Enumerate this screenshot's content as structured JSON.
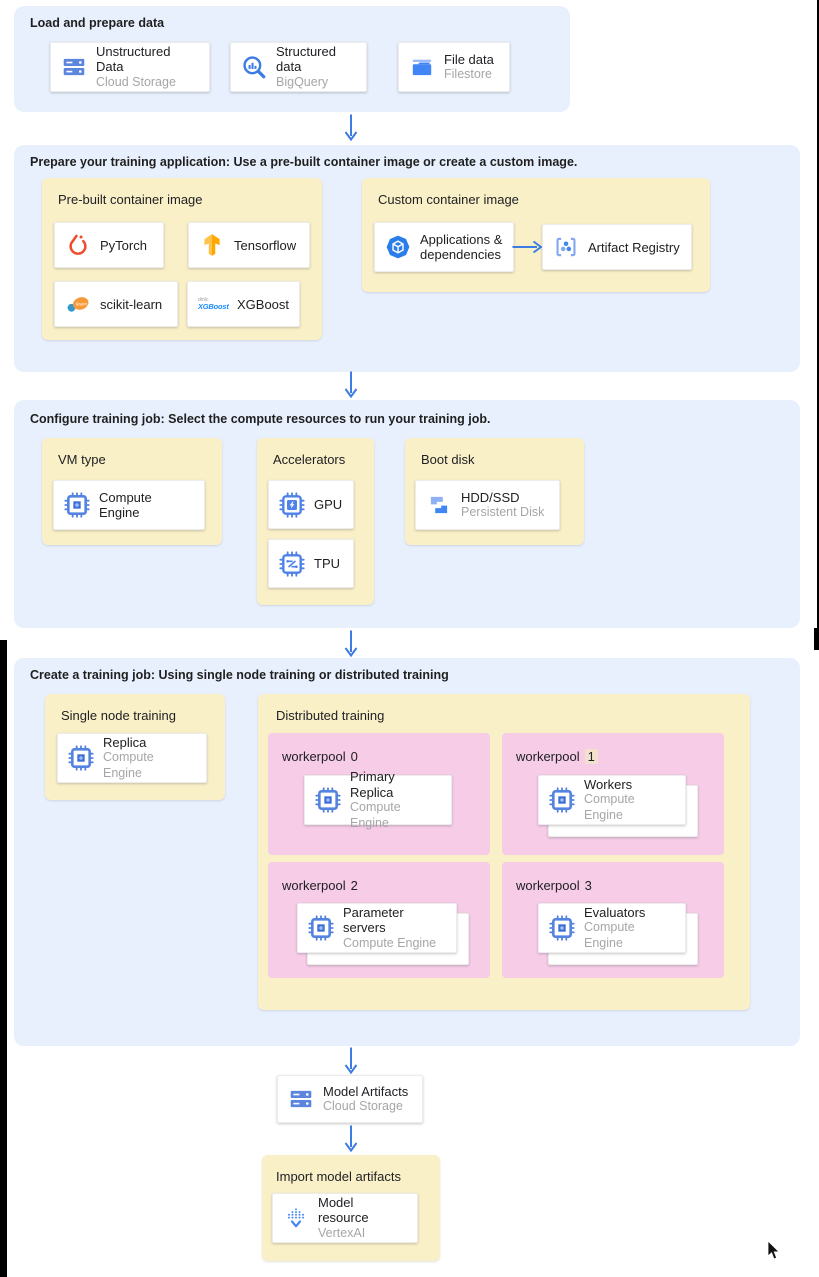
{
  "colors": {
    "section_bg": "#e8f0fe",
    "group_bg": "#faf0c8",
    "pool_bg": "#f6cce7",
    "arrow_blue": "#3d7be5",
    "icon_blue": "#4285f4",
    "pytorch_orange": "#ee4c2c",
    "tensorflow_orange": "#ffa800",
    "card_label": "#202124",
    "card_sublabel": "#a6a6a6",
    "workerpool1_highlight": "#f3e1cd"
  },
  "logos": {
    "xgboost_top": "dmlc",
    "xgboost_main": "XGBoost",
    "sklearn_script": "learn"
  },
  "sections": {
    "load": {
      "title": "Load and prepare data",
      "cards": [
        {
          "label": "Unstructured Data",
          "sublabel": "Cloud Storage"
        },
        {
          "label": "Structured data",
          "sublabel": "BigQuery"
        },
        {
          "label": "File data",
          "sublabel": "Filestore"
        }
      ]
    },
    "prepare": {
      "title": "Prepare your training application: Use a pre-built container image or create a custom image.",
      "prebuilt": {
        "title": "Pre-built container image",
        "cards": [
          {
            "label": "PyTorch"
          },
          {
            "label": "Tensorflow"
          },
          {
            "label": "scikit-learn"
          },
          {
            "label": "XGBoost"
          }
        ]
      },
      "custom": {
        "title": "Custom container image",
        "source_card": {
          "label": "Applications & dependencies"
        },
        "target_card": {
          "label": "Artifact Registry"
        }
      }
    },
    "configure": {
      "title": "Configure training job: Select the compute resources to run your training job.",
      "vm_type": {
        "title": "VM type",
        "card": {
          "label": "Compute Engine"
        }
      },
      "accelerators": {
        "title": "Accelerators",
        "cards": [
          {
            "label": "GPU"
          },
          {
            "label": "TPU"
          }
        ]
      },
      "boot_disk": {
        "title": "Boot disk",
        "card": {
          "label": "HDD/SSD",
          "sublabel": "Persistent Disk"
        }
      }
    },
    "create": {
      "title": "Create a training job: Using single node training or distributed training",
      "single": {
        "title": "Single node training",
        "card": {
          "label": "Replica",
          "sublabel": "Compute Engine"
        }
      },
      "distributed": {
        "title": "Distributed training",
        "workerpools": [
          {
            "prefix": "workerpool",
            "num": "0",
            "card": {
              "label": "Primary Replica",
              "sublabel": "Compute Engine"
            }
          },
          {
            "prefix": "workerpool",
            "num": "1",
            "card": {
              "label": "Workers",
              "sublabel": "Compute Engine"
            }
          },
          {
            "prefix": "workerpool",
            "num": "2",
            "card": {
              "label": "Parameter servers",
              "sublabel": "Compute Engine"
            }
          },
          {
            "prefix": "workerpool",
            "num": "3",
            "card": {
              "label": "Evaluators",
              "sublabel": "Compute Engine"
            }
          }
        ]
      }
    },
    "model_artifacts": {
      "label": "Model Artifacts",
      "sublabel": "Cloud Storage"
    },
    "import_model": {
      "title": "Import model artifacts",
      "card": {
        "label": "Model resource",
        "sublabel": "VertexAI"
      }
    }
  }
}
